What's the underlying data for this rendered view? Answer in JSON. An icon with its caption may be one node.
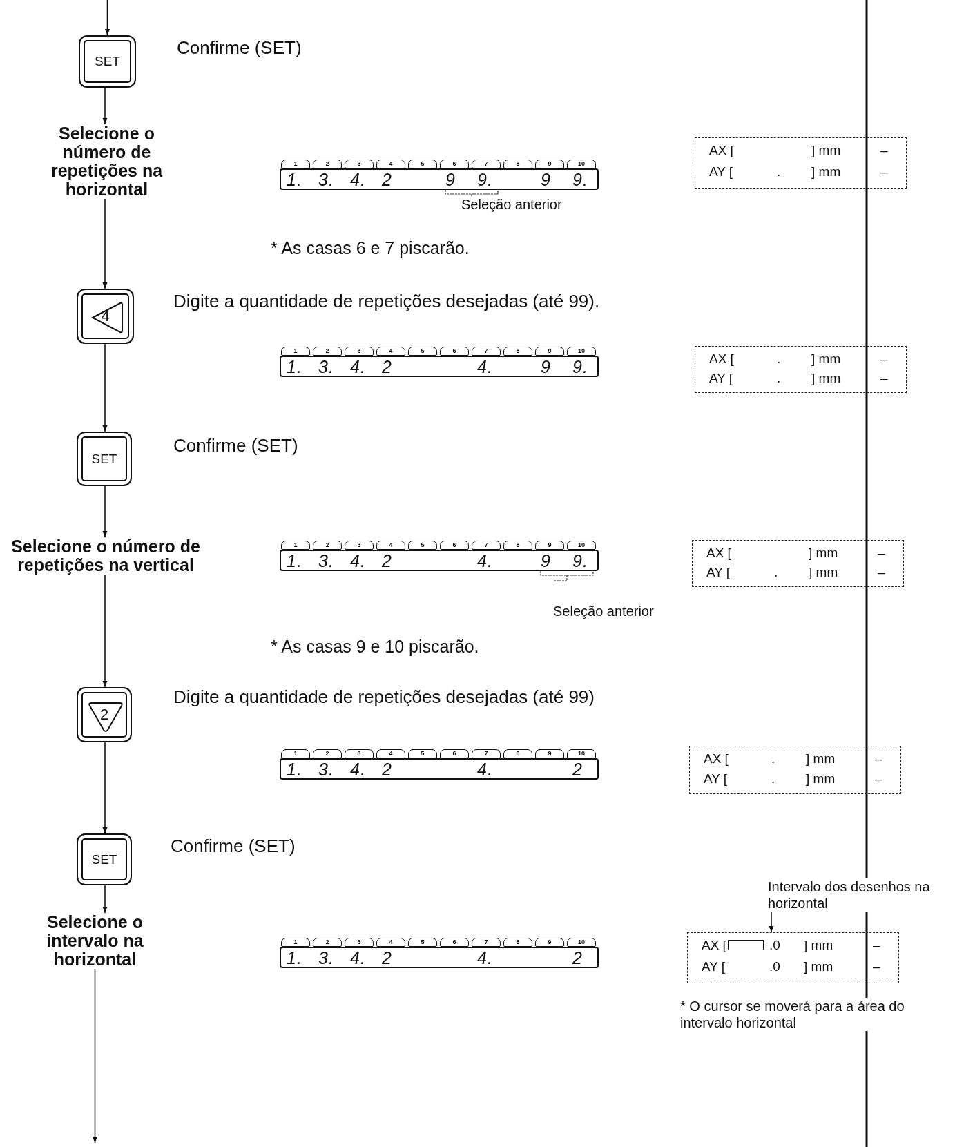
{
  "diagram": {
    "nodes": [
      {
        "text": [
          "SET"
        ],
        "beside": [
          "Confirme (SET)"
        ]
      },
      {
        "text": [
          "Selecione o número de repetições na horizontal"
        ]
      },
      {
        "text": [
          "1",
          "2",
          "3",
          "4",
          "5",
          "6",
          "7",
          "8",
          "9",
          "10",
          "1.",
          "3.",
          "4.",
          "2",
          "9",
          "9.",
          "9",
          "9."
        ],
        "beside": [
          "Seleção anterior"
        ]
      },
      {
        "text": [
          "AX [",
          "] mm",
          "–",
          "AY [",
          ".",
          "] mm",
          "–"
        ]
      },
      {
        "text": [
          "4"
        ],
        "beside": [
          "Digite a quantidade de repetições desejadas (até 99)."
        ]
      },
      {
        "text": [
          "1",
          "2",
          "3",
          "4",
          "5",
          "6",
          "7",
          "8",
          "9",
          "10",
          "1.",
          "3.",
          "4.",
          "2",
          "4.",
          "9",
          "9."
        ]
      },
      {
        "text": [
          "AX [",
          ".",
          "] mm",
          "–",
          "AY [",
          ".",
          "] mm",
          "–"
        ]
      },
      {
        "text": [
          "SET"
        ],
        "beside": [
          "Confirme (SET)"
        ]
      },
      {
        "text": [
          "Selecione o número de repetições na vertical"
        ]
      },
      {
        "text": [
          "1",
          "2",
          "3",
          "4",
          "5",
          "6",
          "7",
          "8",
          "9",
          "10",
          "1.",
          "3.",
          "4.",
          "2",
          "4.",
          "9",
          "9."
        ],
        "beside": [
          "Seleção anterior"
        ]
      },
      {
        "text": [
          "AX [",
          "] mm",
          "–",
          "AY [",
          ".",
          "] mm",
          "–"
        ]
      },
      {
        "text": [
          "2"
        ],
        "beside": [
          "Digite a quantidade de repetições desejadas (até 99)"
        ]
      },
      {
        "text": [
          "1",
          "2",
          "3",
          "4",
          "5",
          "6",
          "7",
          "8",
          "9",
          "10",
          "1.",
          "3.",
          "4.",
          "2",
          "4.",
          "2"
        ]
      },
      {
        "text": [
          "AX [",
          ".",
          "] mm",
          "–",
          "AY [",
          ".",
          "] mm",
          "–"
        ]
      },
      {
        "text": [
          "SET"
        ],
        "beside": [
          "Confirme (SET)"
        ]
      },
      {
        "text": [
          "Intervalo dos desenhos na horizontal"
        ]
      },
      {
        "text": [
          "Selecione o intervalo na horizontal"
        ]
      },
      {
        "text": [
          "1",
          "2",
          "3",
          "4",
          "5",
          "6",
          "7",
          "8",
          "9",
          "10",
          "1.",
          "3.",
          "4.",
          "2",
          "4.",
          "2"
        ]
      },
      {
        "text": [
          "AX [",
          ".0",
          "] mm",
          "–",
          "AY [",
          ".0",
          "] mm",
          "–"
        ],
        "beside": [
          "* O cursor se moverá para a área do intervalo horizontal"
        ]
      }
    ],
    "edges": [
      {
        "from": null,
        "to": 0,
        "arrow": "to"
      },
      {
        "from": 0,
        "to": 1,
        "arrow": "to"
      },
      {
        "from": 1,
        "to": 4,
        "arrow": "to"
      },
      {
        "from": 4,
        "to": 7,
        "arrow": "to"
      },
      {
        "from": 7,
        "to": 8,
        "arrow": "to"
      },
      {
        "from": 8,
        "to": 11,
        "arrow": "to"
      },
      {
        "from": 11,
        "to": 14,
        "arrow": "to"
      },
      {
        "from": 14,
        "to": 16,
        "arrow": "to"
      },
      {
        "from": 16,
        "to": null,
        "arrow": "to"
      },
      {
        "from": 15,
        "to": 18,
        "arrow": "to"
      }
    ],
    "labels": [
      "* As casas 6 e 7 piscarão.",
      "* As casas 9 e 10 piscarão."
    ]
  }
}
